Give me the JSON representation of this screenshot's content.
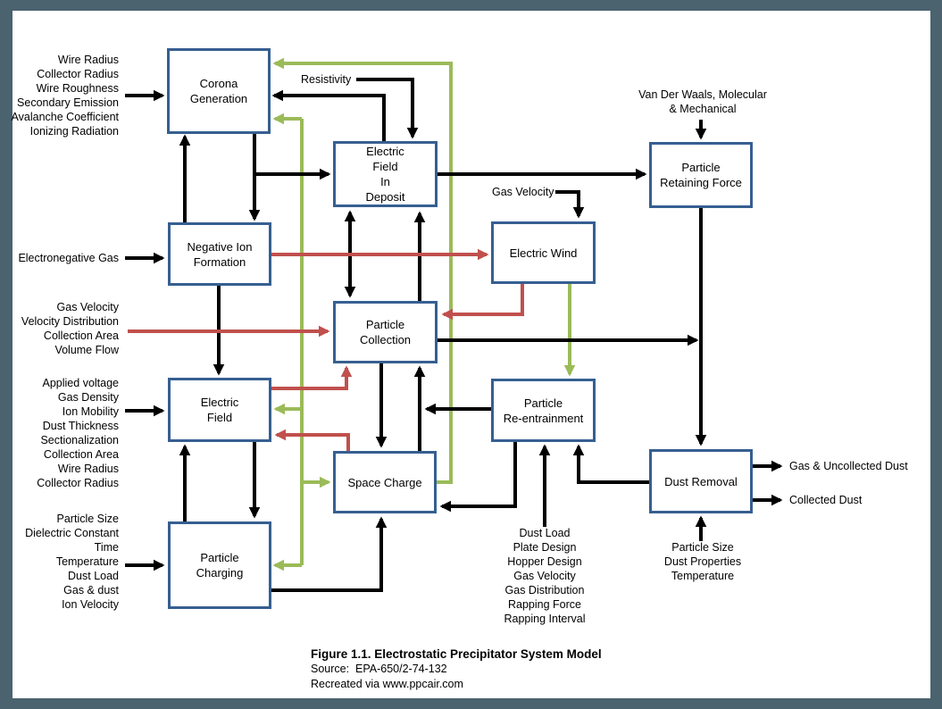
{
  "figure": {
    "title": "Figure 1.1. Electrostatic Precipitator System Model",
    "source": "Source:  EPA-650/2-74-132",
    "credit": "Recreated via www.ppcair.com"
  },
  "colors": {
    "frame": "#4B626F",
    "canvas": "#FFFFFF",
    "box-border": "#365F91",
    "arrow-black": "#000000",
    "arrow-red": "#C0504D",
    "arrow-green": "#9BBB59"
  },
  "nodes": {
    "corona_generation": {
      "label": "Corona\nGeneration"
    },
    "electric_field_in_deposit": {
      "label": "Electric\nField\nIn\nDeposit"
    },
    "particle_retaining_force": {
      "label": "Particle\nRetaining Force"
    },
    "negative_ion_formation": {
      "label": "Negative Ion\nFormation"
    },
    "electric_wind": {
      "label": "Electric Wind"
    },
    "particle_collection": {
      "label": "Particle\nCollection"
    },
    "electric_field": {
      "label": "Electric\nField"
    },
    "space_charge": {
      "label": "Space Charge"
    },
    "particle_reentrainment": {
      "label": "Particle\nRe-entrainment"
    },
    "particle_charging": {
      "label": "Particle\nCharging"
    },
    "dust_removal": {
      "label": "Dust Removal"
    }
  },
  "labels": {
    "corona_inputs": "Wire Radius\nCollector Radius\nWire Roughness\nSecondary Emission\nAvalanche Coefficient\nIonizing Radiation",
    "resistivity": "Resistivity",
    "van_der_waals": "Van Der Waals, Molecular\n& Mechanical",
    "electronegative_gas": "Electronegative Gas",
    "gas_velocity_wind": "Gas Velocity",
    "flow_inputs": "Gas Velocity\nVelocity Distribution\nCollection Area\nVolume Flow",
    "electric_field_inputs": "Applied voltage\nGas Density\nIon Mobility\nDust Thickness\nSectionalization\nCollection Area\nWire Radius\nCollector Radius",
    "particle_charging_inputs": "Particle Size\nDielectric Constant\nTime\nTemperature\nDust Load\nGas & dust\nIon Velocity",
    "reentrainment_inputs": "Dust Load\nPlate Design\nHopper Design\nGas Velocity\nGas Distribution\nRapping Force\nRapping Interval",
    "dust_removal_inputs": "Particle Size\nDust Properties\nTemperature",
    "output_gas": "Gas & Uncollected Dust",
    "output_collected": "Collected Dust"
  }
}
